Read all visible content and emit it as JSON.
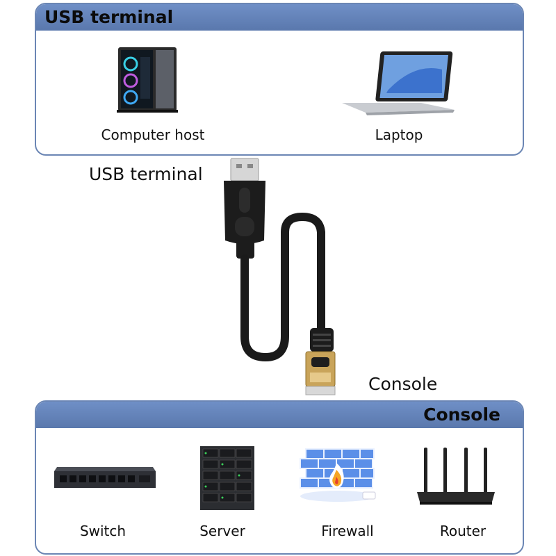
{
  "usb_panel": {
    "title": "USB terminal",
    "devices": [
      {
        "label": "Computer host",
        "icon": "computer-tower-icon"
      },
      {
        "label": "Laptop",
        "icon": "laptop-icon"
      }
    ]
  },
  "cable": {
    "usb_label": "USB terminal",
    "console_label": "Console"
  },
  "console_panel": {
    "title": "Console",
    "devices": [
      {
        "label": "Switch",
        "icon": "network-switch-icon"
      },
      {
        "label": "Server",
        "icon": "server-rack-icon"
      },
      {
        "label": "Firewall",
        "icon": "firewall-icon"
      },
      {
        "label": "Router",
        "icon": "router-icon"
      }
    ]
  },
  "colors": {
    "panel_header": "#5f7fb5",
    "panel_border": "#6b86b4",
    "cable": "#1a1a1a",
    "connector_gold": "#c9a45a"
  }
}
